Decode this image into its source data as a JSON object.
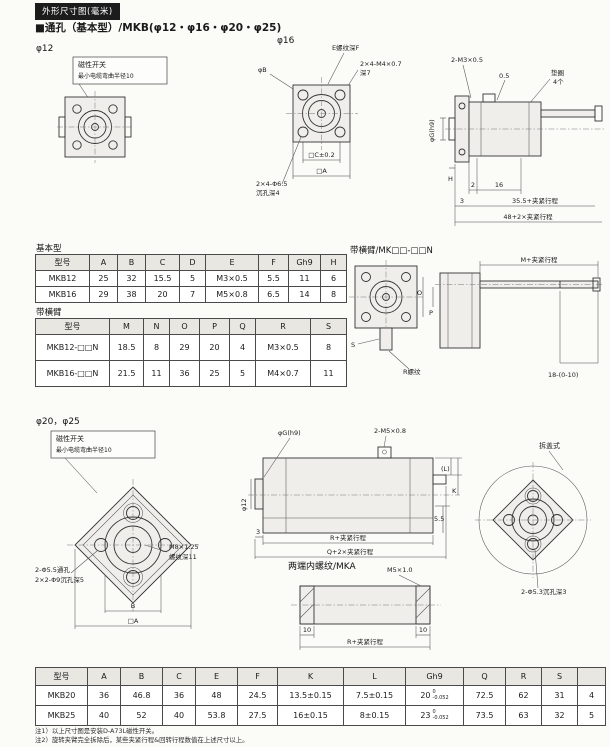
{
  "page": {
    "header_tag": "外形尺寸图(毫米)",
    "title": "■通孔（基本型）/MKB(φ12・φ16・φ20・φ25)",
    "notes": [
      "注1）以上尺寸图是安装D-A73L磁性开关。",
      "注2）旋转夹臂完全拆除后，某些夹紧行程&回转行程数值在上述尺寸以上。"
    ]
  },
  "labels": {
    "phi12": "φ12",
    "phi16": "φ16",
    "phi2025": "φ20，φ25",
    "basic_title": "基本型",
    "arm_title": "带横臂",
    "arm_drawing_title": "带横臂/MK□□-□□N",
    "mka_title": "两端内螺纹/MKA"
  },
  "tables": {
    "basic": {
      "headers": [
        "型号",
        "A",
        "B",
        "C",
        "D",
        "E",
        "F",
        "Gh9",
        "H"
      ],
      "rows": [
        [
          "MKB12",
          "25",
          "32",
          "15.5",
          "5",
          "M3×0.5",
          "5.5",
          "11",
          "6"
        ],
        [
          "MKB16",
          "29",
          "38",
          "20",
          "7",
          "M5×0.8",
          "6.5",
          "14",
          "8"
        ]
      ]
    },
    "arm": {
      "headers": [
        "型号",
        "M",
        "N",
        "O",
        "P",
        "Q",
        "R",
        "S"
      ],
      "rows": [
        [
          "MKB12-□□N",
          "18.5",
          "8",
          "29",
          "20",
          "4",
          "M3×0.5",
          "8"
        ],
        [
          "MKB16-□□N",
          "21.5",
          "11",
          "36",
          "25",
          "5",
          "M4×0.7",
          "11"
        ]
      ]
    },
    "dims2025": {
      "headers": [
        "型号",
        "A",
        "B",
        "C",
        "E",
        "F",
        "K",
        "L",
        "Gh9",
        "Q",
        "R",
        "S",
        ""
      ],
      "rows": [
        [
          "MKB20",
          "36",
          "46.8",
          "36",
          "48",
          "24.5",
          "13.5±0.15",
          "7.5±0.15",
          {
            "v": "20",
            "sup": "0",
            "sub": "-0.052"
          },
          "72.5",
          "62",
          "31",
          "4"
        ],
        [
          "MKB25",
          "40",
          "52",
          "40",
          "53.8",
          "27.5",
          "16±0.15",
          "8±0.15",
          {
            "v": "23",
            "sup": "0",
            "sub": "-0.052"
          },
          "73.5",
          "63",
          "32",
          "5"
        ]
      ]
    }
  },
  "drawings": {
    "d12": {
      "callout1": "磁性开关",
      "callout2": "最小电缆弯曲半径10"
    },
    "d16": {
      "phi_b": "φB",
      "thread": "E螺纹深F",
      "bolts1": "2×4-M4×0.7",
      "bolts2": "深7",
      "dim_c": "□C±0.2",
      "dim_a": "□A",
      "holes1": "2×4-Φ6.5",
      "holes2": "沉孔深4"
    },
    "dside": {
      "bolt": "2-M3×0.5",
      "washer1": "垫圈",
      "washer2": "4个",
      "gap": "0.5",
      "phi_g": "φG(h9)",
      "dim_h": "H",
      "d2": "2",
      "d16": "16",
      "d3": "3",
      "d355": "35.5+夹紧行程",
      "d48": "48+2×夹紧行程"
    },
    "darm": {
      "dim_m": "M+夹紧行程",
      "dim_o": "O",
      "dim_p": "P",
      "dim_s": "S",
      "thread_r": "R螺纹",
      "d18": "18-(0-10)"
    },
    "d20a": {
      "callout1": "磁性开关",
      "callout2": "最小电缆弯曲半径10",
      "thread1": "M8×1.25",
      "thread2": "螺纹深11",
      "holes1": "2-Φ5.5通孔",
      "holes2": "2×2-Φ9沉孔深5",
      "dim_b": "B",
      "dim_a": "□A"
    },
    "d20b": {
      "port": "2-M5×0.8",
      "phi_g": "φG(h9)",
      "phi12": "φ12",
      "dim_l": "(L)",
      "dim_k": "K",
      "d55": "5.5",
      "d3": "3",
      "dim_r": "R+夹紧行程",
      "dim_q": "Q+2×夹紧行程"
    },
    "d20c": {
      "title": "拆盖式",
      "holes": "2-Φ5.3沉孔深3"
    },
    "mka": {
      "thread": "M5×1.0",
      "d10l": "10",
      "d10r": "10",
      "dim_r": "R+夹紧行程"
    }
  }
}
